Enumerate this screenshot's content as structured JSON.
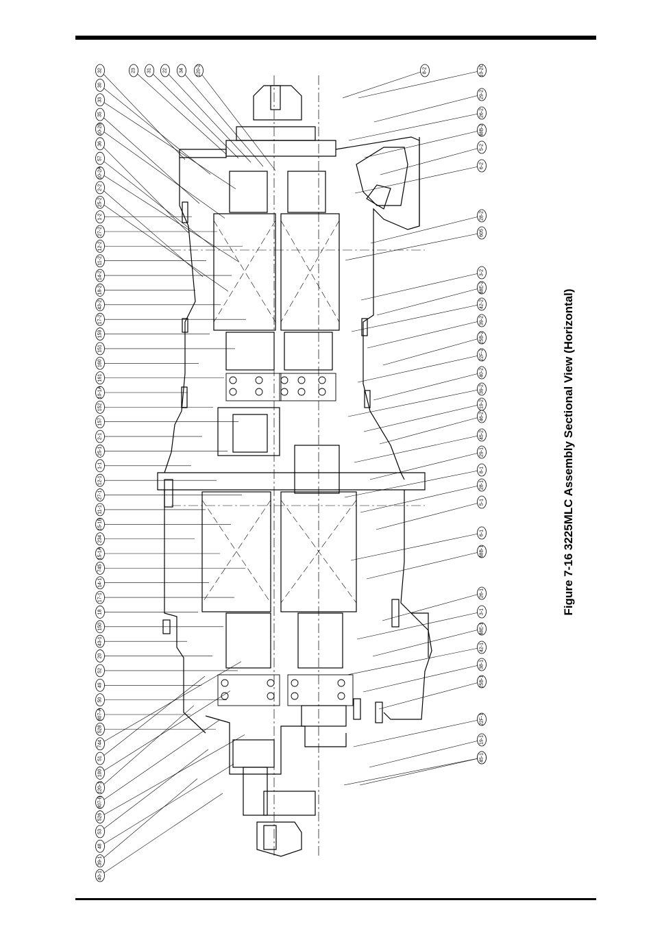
{
  "caption": "Figure 7-16 3225MLC Assembly Sectional View (Horizontal)",
  "labels_left": [
    "32",
    "30",
    "33",
    "35",
    "10-2B",
    "36",
    "57",
    "10-2A",
    "2-2",
    "25-2",
    "1-2",
    "27-2",
    "12-2",
    "11-2",
    "14-2",
    "18-2",
    "43-2",
    "17-2",
    "159",
    "151",
    "160",
    "161",
    "10-1A",
    "152",
    "157",
    "2-1",
    "25-1",
    "1-1",
    "12-1",
    "27-1",
    "11-1",
    "15-1B",
    "234",
    "15-1A",
    "745",
    "14-1",
    "17-1",
    "18",
    "150",
    "43-1",
    "20",
    "52",
    "49",
    "50",
    "807-A",
    "528",
    "744",
    "51",
    "100",
    "120-1",
    "807-B",
    "526",
    "53",
    "48",
    "39-1",
    "40-1"
  ],
  "labels_top": [
    "23",
    "31",
    "22",
    "34",
    "120-2"
  ],
  "labels_right": [
    "8-2",
    "10-2C",
    "29-2",
    "26-2",
    "48B-2",
    "5-2",
    "6-2",
    "28-2",
    "605",
    "3-2",
    "48E-2",
    "42-2",
    "39-2",
    "25B-2",
    "22F-2",
    "40-2",
    "39-2",
    "19-2",
    "46-2",
    "45-2",
    "29-1",
    "8-1",
    "28-1",
    "5-1",
    "6-1",
    "48B-1",
    "26-1",
    "3-1",
    "48E-1",
    "42-1",
    "38-1",
    "25B-1",
    "22F-1",
    "19-1",
    "46-1",
    "45-1"
  ]
}
